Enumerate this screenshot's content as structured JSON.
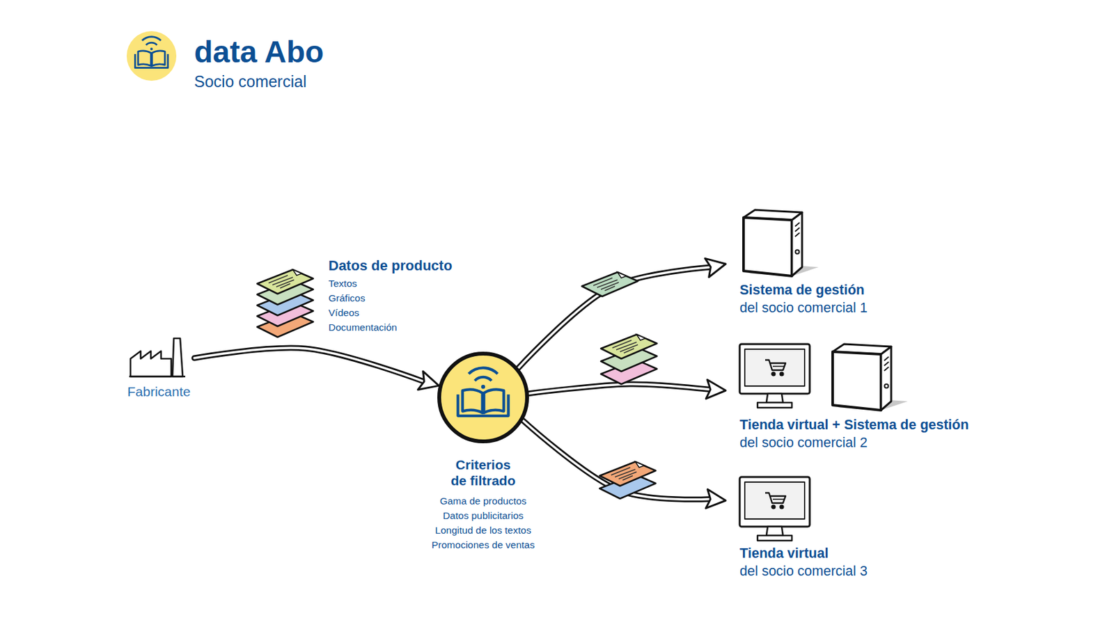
{
  "diagram": {
    "title": "data Abo",
    "nodes": [
      {
        "text": [
          "Fabricante"
        ]
      },
      {
        "text": [
          "Criterios de filtrado",
          "Gama de productos",
          "Datos publicitarios",
          "Longitud de los textos",
          "Promociones de ventas"
        ]
      },
      {
        "text": [
          "Sistema de gestión",
          "del socio comercial 1"
        ]
      },
      {
        "text": [
          "Tienda virtual + Sistema de gestión",
          "del socio comercial 2"
        ]
      },
      {
        "text": [
          "Tienda virtual",
          "del socio comercial 3"
        ]
      }
    ],
    "edges": [
      {
        "from": 0,
        "to": 1,
        "arrow": "to"
      },
      {
        "from": 1,
        "to": 2,
        "arrow": "to"
      },
      {
        "from": 1,
        "to": 3,
        "arrow": "to"
      },
      {
        "from": 1,
        "to": 4,
        "arrow": "to"
      }
    ],
    "labels": [
      "Socio comercial",
      "Datos de producto",
      "Textos",
      "Gráficos",
      "Vídeos",
      "Documentación"
    ]
  }
}
